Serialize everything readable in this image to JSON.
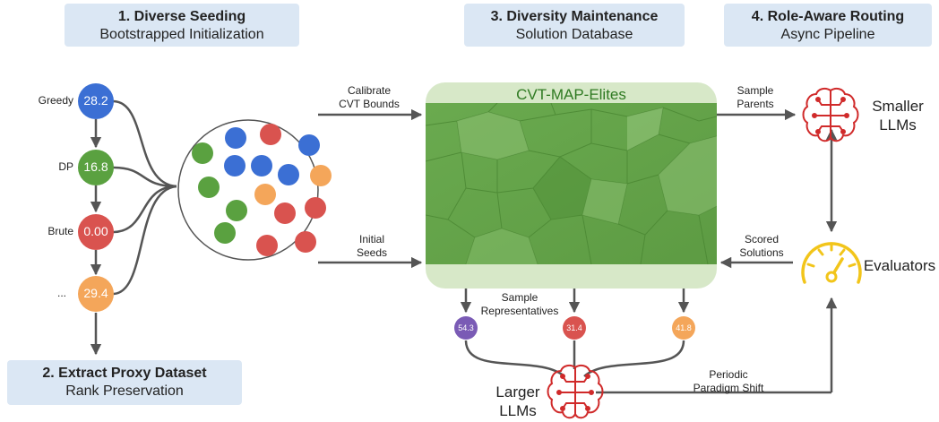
{
  "stages": {
    "seeding": {
      "title": "1. Diverse Seeding",
      "subtitle": "Bootstrapped Initialization"
    },
    "extract": {
      "title": "2. Extract Proxy Dataset",
      "subtitle": "Rank Preservation"
    },
    "diversity": {
      "title": "3. Diversity Maintenance",
      "subtitle": "Solution Database"
    },
    "routing": {
      "title": "4. Role-Aware Routing",
      "subtitle": "Async Pipeline"
    }
  },
  "seeds": [
    {
      "name": "Greedy",
      "value": "28.2",
      "color": "#3b6fd4"
    },
    {
      "name": "DP",
      "value": "16.8",
      "color": "#5aa140"
    },
    {
      "name": "Brute",
      "value": "0.00",
      "color": "#d9534f"
    },
    {
      "name": "...",
      "value": "29.4",
      "color": "#f4a65a"
    }
  ],
  "palette": {
    "blue": "#3b6fd4",
    "green": "#5aa140",
    "red": "#d9534f",
    "orange": "#f4a65a",
    "purple": "#7a5bb5",
    "llm": "#d02a2a",
    "eval": "#f2c51a",
    "arrow": "#555555"
  },
  "archive": {
    "title": "CVT-MAP-Elites"
  },
  "edges": {
    "calibrate": "Calibrate\nCVT Bounds",
    "initial": "Initial\nSeeds",
    "sample_parents": "Sample\nParents",
    "scored": "Scored\nSolutions",
    "sample_reps": "Sample\nRepresentatives",
    "periodic": "Periodic\nParadigm Shift"
  },
  "representatives": [
    "54.3",
    "31.4",
    "41.8"
  ],
  "nodes": {
    "smaller": "Smaller\nLLMs",
    "larger": "Larger\nLLMs",
    "evaluators": "Evaluators"
  },
  "icons": [
    "brain-icon",
    "gauge-icon"
  ]
}
